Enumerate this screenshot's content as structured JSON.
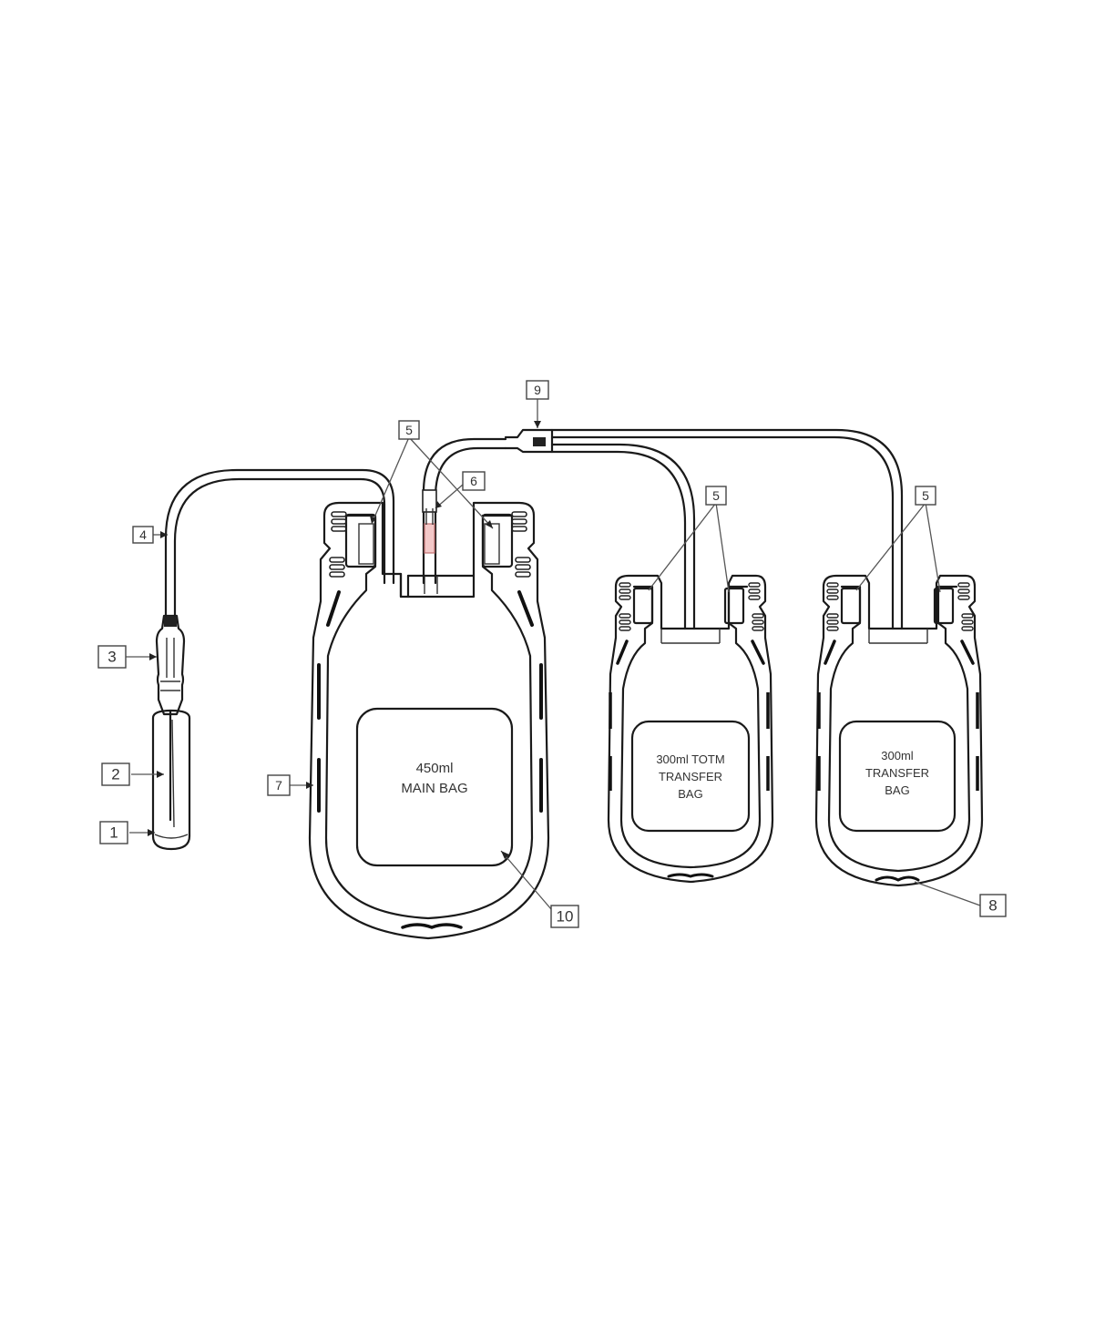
{
  "diagram": {
    "type": "blood bag system technical drawing",
    "bags": [
      {
        "id": "main",
        "label_lines": [
          "450ml",
          "MAIN BAG"
        ]
      },
      {
        "id": "transfer_totm",
        "label_lines": [
          "300ml TOTM",
          "TRANSFER",
          "BAG"
        ]
      },
      {
        "id": "transfer",
        "label_lines": [
          "300ml",
          "TRANSFER",
          "BAG"
        ]
      }
    ],
    "callouts": [
      {
        "number": "1",
        "target": "needle cap"
      },
      {
        "number": "2",
        "target": "needle"
      },
      {
        "number": "3",
        "target": "needle hub"
      },
      {
        "number": "4",
        "target": "donor tube"
      },
      {
        "number": "5",
        "target": "outlet ports (main bag)"
      },
      {
        "number": "5",
        "target": "outlet ports (TOTM transfer bag)"
      },
      {
        "number": "5",
        "target": "outlet ports (transfer bag)"
      },
      {
        "number": "6",
        "target": "break-off connector"
      },
      {
        "number": "7",
        "target": "hanging slits"
      },
      {
        "number": "8",
        "target": "bottom hanger"
      },
      {
        "number": "9",
        "target": "Y-connector"
      },
      {
        "number": "10",
        "target": "label area"
      }
    ],
    "colors": {
      "line": "#1a1a1a",
      "callout_border": "#444444",
      "text": "#333333",
      "connector_highlight": "#e8a0a0"
    }
  }
}
